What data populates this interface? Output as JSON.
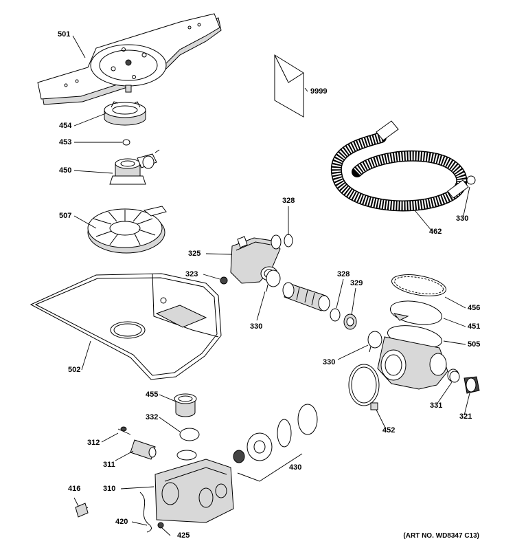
{
  "diagram": {
    "art_number": "(ART NO. WD8347 C13)",
    "part_labels": {
      "p501": "501",
      "p454": "454",
      "p453": "453",
      "p450": "450",
      "p507": "507",
      "p502": "502",
      "p9999": "9999",
      "p462": "462",
      "p330a": "330",
      "p328a": "328",
      "p325": "325",
      "p323": "323",
      "p330b": "330",
      "p328b": "328",
      "p329": "329",
      "p456": "456",
      "p451": "451",
      "p505": "505",
      "p330c": "330",
      "p331": "331",
      "p321": "321",
      "p452": "452",
      "p455": "455",
      "p332": "332",
      "p312": "312",
      "p311": "311",
      "p430": "430",
      "p310": "310",
      "p416": "416",
      "p420": "420",
      "p425": "425"
    }
  }
}
